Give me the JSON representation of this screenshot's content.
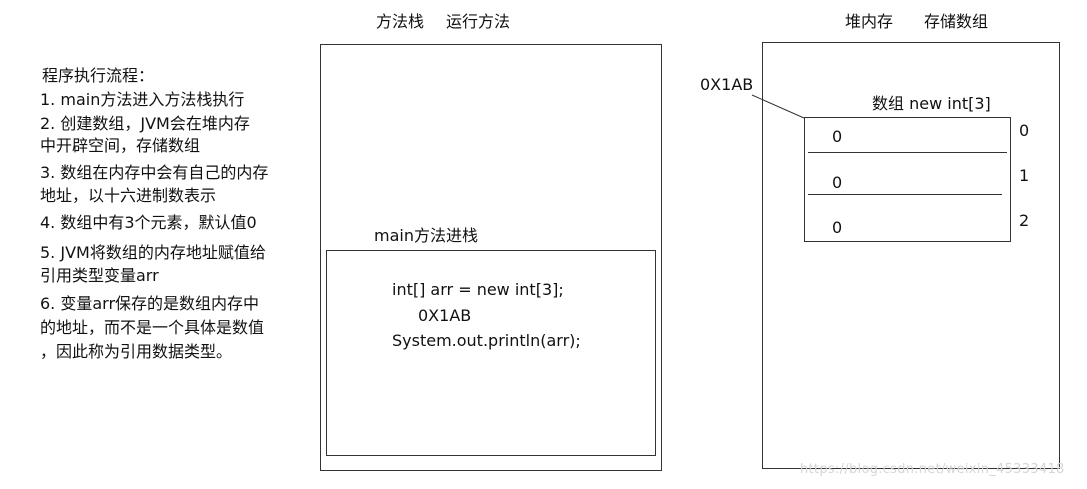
{
  "process_notes": {
    "heading": "程序执行流程：",
    "lines": [
      "1. main方法进入方法栈执行",
      "2. 创建数组，JVM会在堆内存",
      "中开辟空间，存储数组",
      "3. 数组在内存中会有自己的内存",
      "地址，以十六进制数表示",
      "4. 数组中有3个元素，默认值0",
      "5. JVM将数组的内存地址赋值给",
      "引用类型变量arr",
      "6. 变量arr保存的是数组内存中",
      "的地址，而不是一个具体是数值",
      "，因此称为引用数据类型。"
    ]
  },
  "method_stack": {
    "title_1": "方法栈",
    "title_2": "运行方法",
    "frame_label": "main方法进栈",
    "code_line_1": "int[] arr = new int[3];",
    "code_line_2": "0X1AB",
    "code_line_3": "System.out.println(arr);"
  },
  "heap": {
    "title_1": "堆内存",
    "title_2": "存储数组",
    "address_label": "0X1AB",
    "array_label": "数组 new int[3]",
    "cells": [
      "0",
      "0",
      "0"
    ],
    "indices": [
      "0",
      "1",
      "2"
    ]
  },
  "watermark": "https://blog.csdn.net/weixin_45333418"
}
